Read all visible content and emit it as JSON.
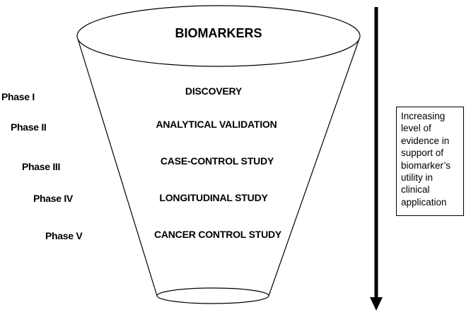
{
  "funnel": {
    "title": "BIOMARKERS"
  },
  "phases": [
    {
      "phase": "Phase I",
      "stage": "DISCOVERY"
    },
    {
      "phase": "Phase II",
      "stage": "ANALYTICAL VALIDATION"
    },
    {
      "phase": "Phase III",
      "stage": "CASE-CONTROL STUDY"
    },
    {
      "phase": "Phase IV",
      "stage": "LONGITUDINAL STUDY"
    },
    {
      "phase": "Phase V",
      "stage": "CANCER CONTROL STUDY"
    }
  ],
  "evidence": {
    "text": "Increasing\nlevel of\nevidence in\nsupport of\nbiomarker’s\nutility in\nclinical\napplication"
  }
}
